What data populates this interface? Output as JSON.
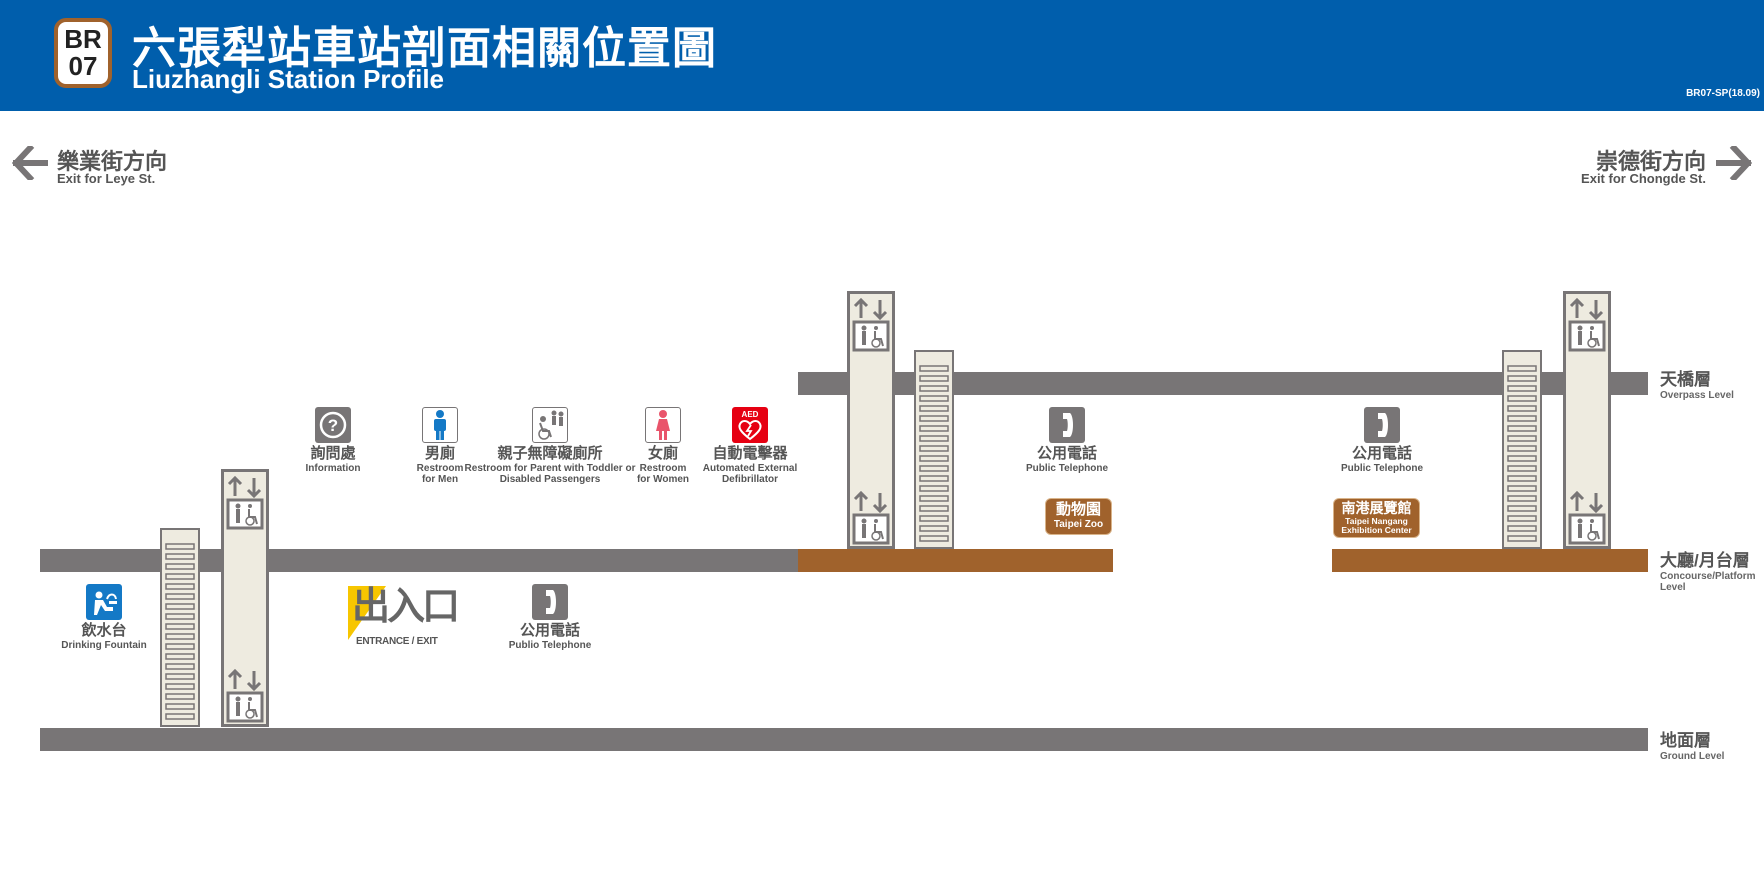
{
  "header": {
    "line_code": "BR",
    "station_number": "07",
    "title_zh": "六張犁站車站剖面相關位置圖",
    "title_en": "Liuzhangli Station Profile",
    "doc_code": "BR07-SP(18.09)",
    "background_color": "#005eac",
    "line_color": "#a0622c"
  },
  "directions": {
    "left": {
      "zh": "樂業街方向",
      "en": "Exit for Leye St."
    },
    "right": {
      "zh": "崇德街方向",
      "en": "Exit for Chongde St."
    }
  },
  "levels": {
    "overpass": {
      "zh": "天橋層",
      "en": "Overpass Level"
    },
    "concourse": {
      "zh": "大廳/月台層",
      "en": "Concourse/Platform Level"
    },
    "ground": {
      "zh": "地面層",
      "en": "Ground Level"
    }
  },
  "facilities": {
    "information": {
      "zh": "詢問處",
      "en": "Information",
      "icon": "question-icon"
    },
    "restroom_men": {
      "zh": "男廁",
      "en": "Restroom for Men",
      "icon": "man-icon"
    },
    "restroom_family": {
      "zh": "親子無障礙廁所",
      "en": "Restroom for Parent with Toddler or Disabled Passengers",
      "icon": "family-wheelchair-icon"
    },
    "restroom_women": {
      "zh": "女廁",
      "en": "Restroom for Women",
      "icon": "woman-icon"
    },
    "aed": {
      "zh": "自動電擊器",
      "en": "Automated External Defibrillator",
      "icon": "aed-icon",
      "badge": "AED"
    },
    "phone_concourse": {
      "zh": "公用電話",
      "en": "Public Telephone",
      "icon": "phone-icon"
    },
    "phone_east": {
      "zh": "公用電話",
      "en": "Public Telephone",
      "icon": "phone-icon"
    },
    "drinking_fountain": {
      "zh": "飲水台",
      "en": "Drinking Fountain",
      "icon": "drinking-fountain-icon"
    },
    "phone_ground": {
      "zh": "公用電話",
      "en": "Publio Telephone",
      "icon": "phone-icon"
    }
  },
  "entrance": {
    "zh": "出入口",
    "en": "ENTRANCE / EXIT",
    "color": "#f7c600"
  },
  "destinations": {
    "zoo": {
      "zh": "動物園",
      "en": "Taipei Zoo"
    },
    "nangang": {
      "zh": "南港展覽館",
      "en": "Taipei Nangang Exhibition Center"
    }
  },
  "colors": {
    "floor": "#787576",
    "platform": "#a0622c",
    "shaft": "#eeebe0",
    "shaft_border": "#787576",
    "blue_icon": "#1479c6",
    "aed_red": "#e60012",
    "women_red": "#e9546b"
  }
}
